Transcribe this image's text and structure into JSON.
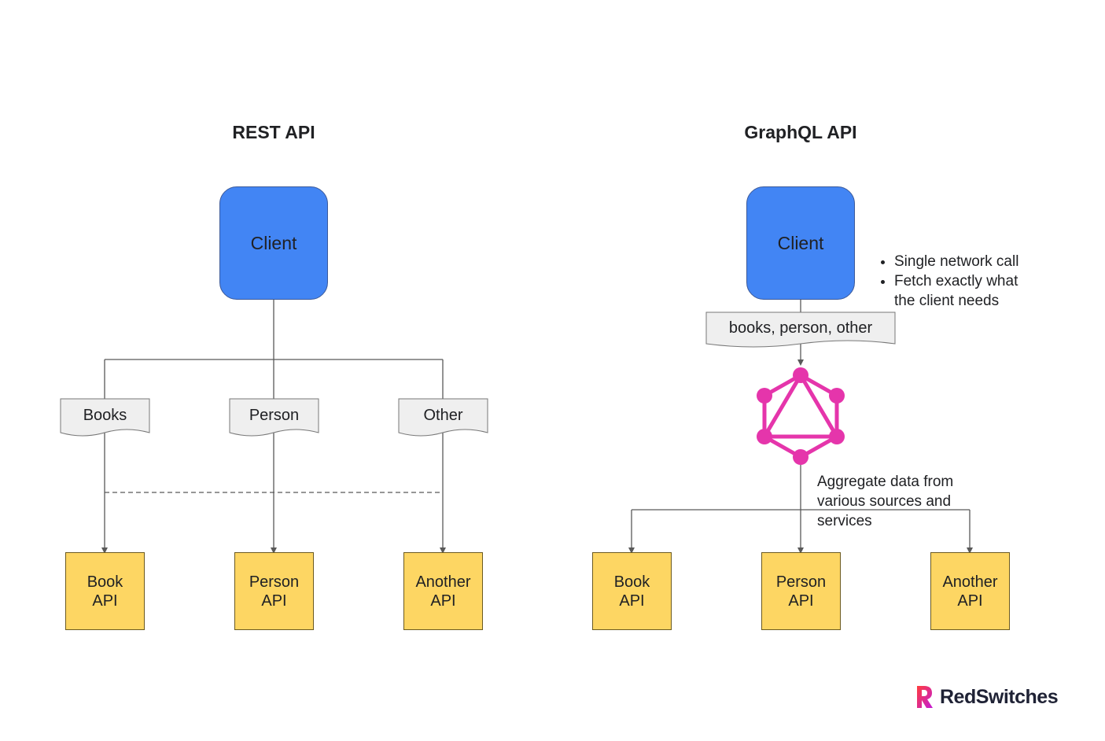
{
  "rest": {
    "title": "REST API",
    "client": "Client",
    "flags": [
      "Books",
      "Person",
      "Other"
    ],
    "apis": [
      {
        "line1": "Book",
        "line2": "API"
      },
      {
        "line1": "Person",
        "line2": "API"
      },
      {
        "line1": "Another",
        "line2": "API"
      }
    ]
  },
  "graphql": {
    "title": "GraphQL API",
    "client": "Client",
    "query_label": "books, person, other",
    "bullets": [
      "Single network call",
      "Fetch exactly what the client needs"
    ],
    "aggregate_note": "Aggregate data from various sources and services",
    "apis": [
      {
        "line1": "Book",
        "line2": "API"
      },
      {
        "line1": "Person",
        "line2": "API"
      },
      {
        "line1": "Another",
        "line2": "API"
      }
    ]
  },
  "brand": {
    "name": "RedSwitches"
  },
  "colors": {
    "client_fill": "#4285f4",
    "api_fill": "#fdd663",
    "flag_fill": "#efefef",
    "graphql_logo": "#e535ab",
    "connector": "#595959"
  }
}
